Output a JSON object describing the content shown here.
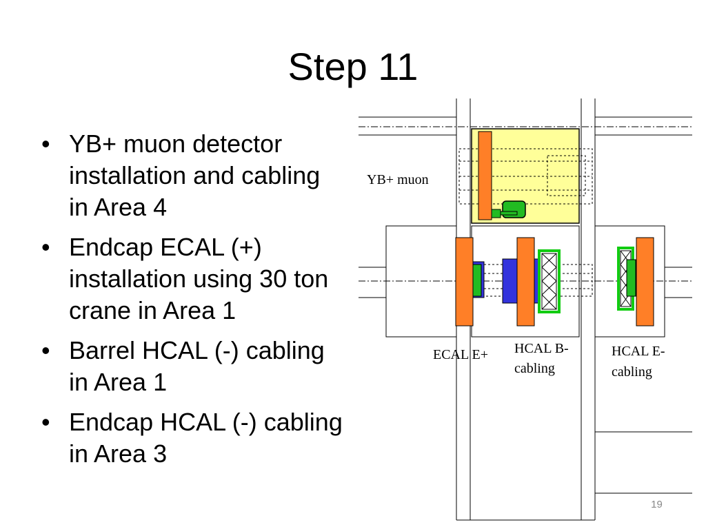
{
  "slide": {
    "title": "Step 11",
    "bullets": [
      "YB+ muon detector installation and cabling in Area 4",
      "Endcap ECAL (+) installation using 30 ton crane in Area 1",
      "Barrel HCAL (-) cabling in Area 1",
      "Endcap HCAL (-) cabling in Area 3"
    ],
    "bullet_symbol": "•",
    "page_number": "19"
  },
  "diagram": {
    "labels": {
      "yb_muon": "YB+ muon",
      "ecal_e": "ECAL E+",
      "hcal_b_line1": "HCAL B-",
      "hcal_b_line2": "cabling",
      "hcal_e_line1": "HCAL E-",
      "hcal_e_line2": "cabling"
    },
    "colors": {
      "yellow_block": "#ffff99",
      "orange": "#ff7f27",
      "blue": "#3333dd",
      "green": "#22bb22",
      "green_frame": "#11cc11"
    }
  }
}
